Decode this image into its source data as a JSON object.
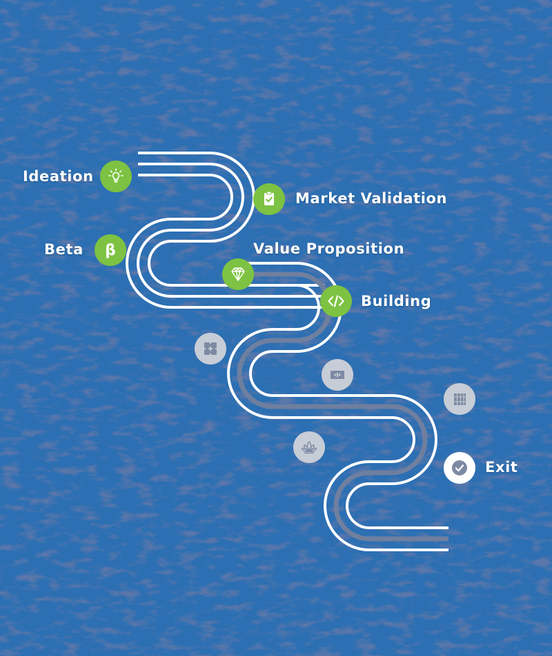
{
  "colors": {
    "background": "#2c6fb3",
    "texture": "#1b2f66",
    "road_lines": "#ffffff",
    "road_center_pending": "#6f7f9f",
    "milestone_done": "#7dc242",
    "milestone_pending": "#c7cdd6",
    "milestone_exit": "#ffffff",
    "label_text": "#ffffff"
  },
  "milestones": [
    {
      "id": "ideation",
      "label": "Ideation",
      "status": "done",
      "icon": "lightbulb-icon"
    },
    {
      "id": "market-validation",
      "label": "Market Validation",
      "status": "done",
      "icon": "clipboard-check-icon"
    },
    {
      "id": "beta",
      "label": "Beta",
      "status": "done",
      "icon": "beta-icon"
    },
    {
      "id": "value-proposition",
      "label": "Value Proposition",
      "status": "done",
      "icon": "diamond-icon"
    },
    {
      "id": "building",
      "label": "Building",
      "status": "done",
      "icon": "code-icon"
    },
    {
      "id": "puzzle",
      "label": "",
      "status": "pending",
      "icon": "puzzle-icon"
    },
    {
      "id": "exchange",
      "label": "",
      "status": "pending",
      "icon": "exchange-arrows-icon"
    },
    {
      "id": "bookshelf",
      "label": "",
      "status": "pending",
      "icon": "bookshelf-icon"
    },
    {
      "id": "lotus",
      "label": "",
      "status": "pending",
      "icon": "lotus-icon"
    },
    {
      "id": "exit",
      "label": "Exit",
      "status": "current",
      "icon": "check-circle-icon"
    }
  ]
}
